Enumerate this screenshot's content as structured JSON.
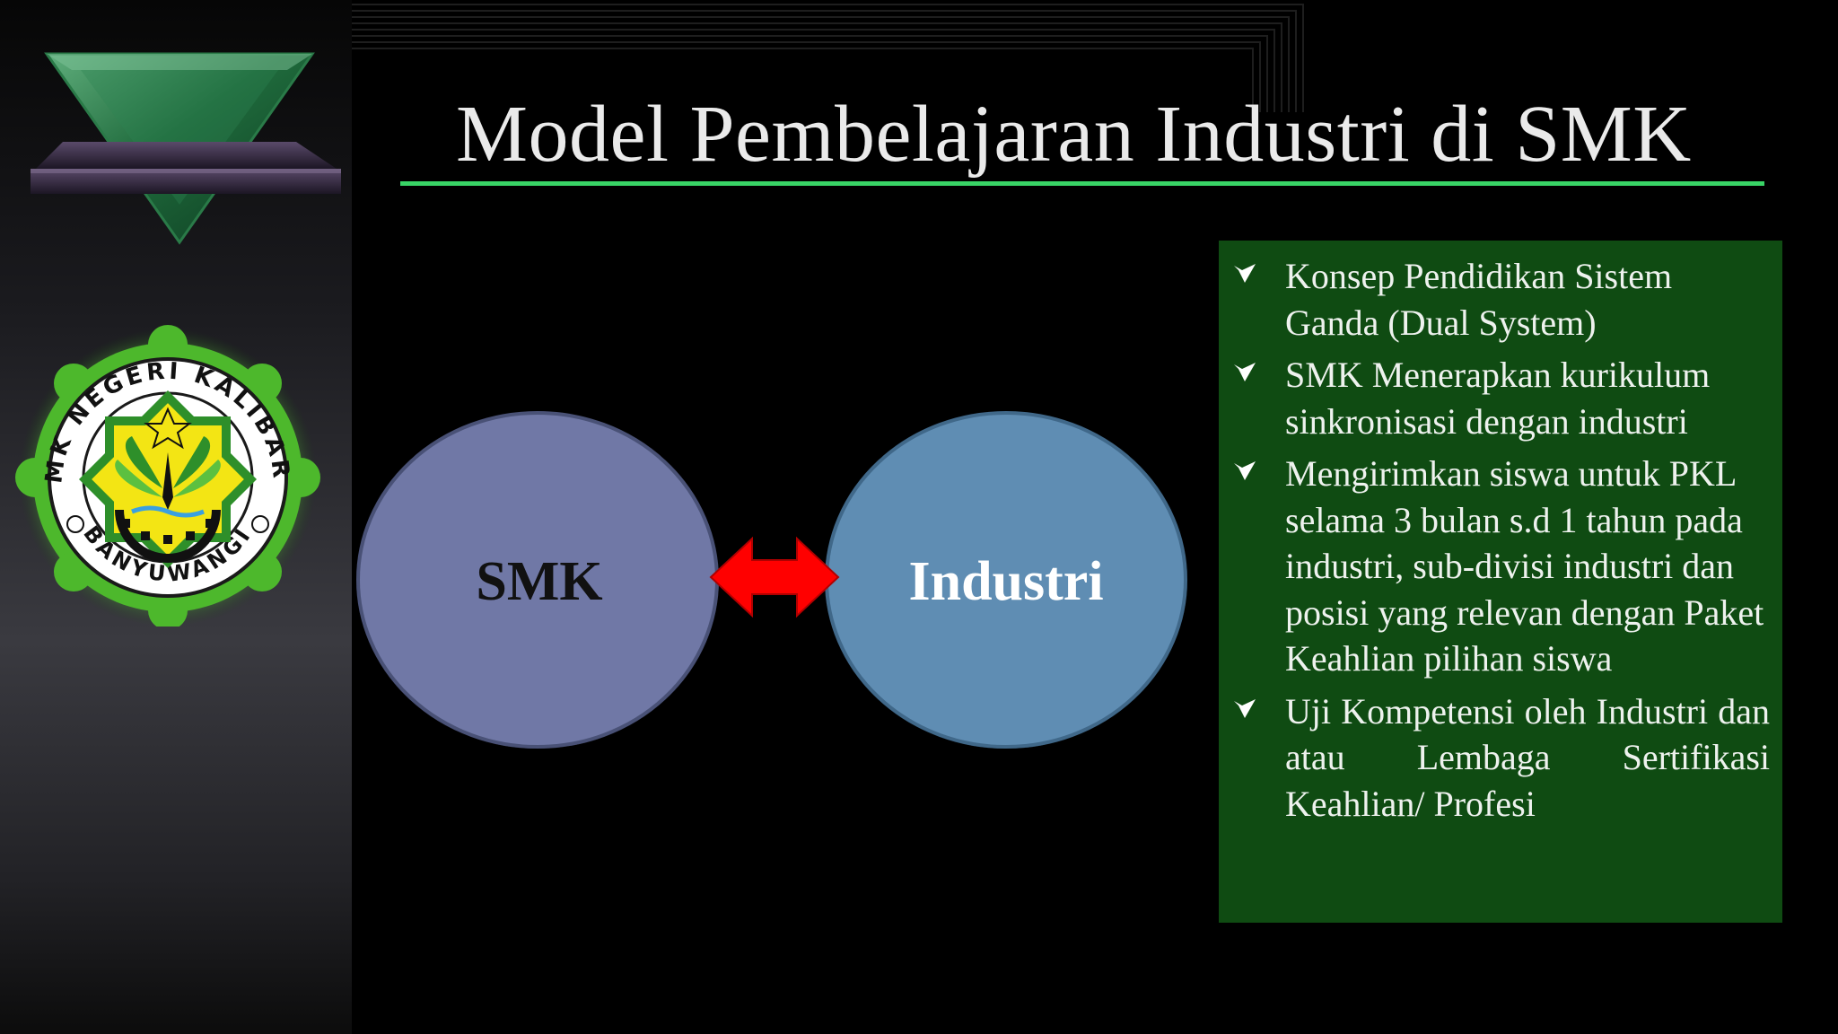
{
  "slide": {
    "title": "Model Pembelajaran Industri di SMK"
  },
  "logo": {
    "seal_top_text": "SMK NEGERI KALIBARU",
    "seal_bottom_text": "BANYUWANGI"
  },
  "diagram": {
    "left_node": "SMK",
    "right_node": "Industri",
    "connector": "double-arrow-icon"
  },
  "panel": {
    "bullets": [
      "Konsep Pendidikan Sistem Ganda (Dual System)",
      "SMK Menerapkan kurikulum sinkronisasi dengan industri",
      "Mengirimkan siswa untuk PKL selama 3 bulan s.d 1 tahun pada industri, sub-divisi industri dan posisi yang relevan dengan Paket Keahlian pilihan siswa",
      "Uji Kompetensi oleh Industri dan atau Lembaga Sertifikasi Keahlian/ Profesi"
    ]
  },
  "colors": {
    "title_rule": "#39d466",
    "panel_bg": "#0f4b12",
    "smk_circle": "#6f78a6",
    "industri_circle": "#5f8db3",
    "arrow": "#ff0000"
  }
}
